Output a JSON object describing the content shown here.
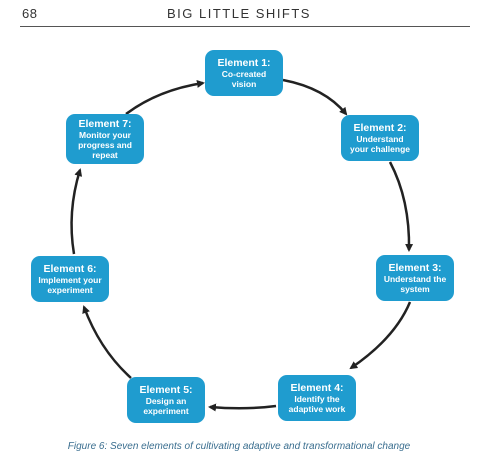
{
  "header": {
    "page_number": "68",
    "running_title": "BIG LITTLE SHIFTS"
  },
  "elements": [
    {
      "title": "Element 1:",
      "body": [
        "Co-created",
        "vision"
      ]
    },
    {
      "title": "Element 2:",
      "body": [
        "Understand",
        "your challenge"
      ]
    },
    {
      "title": "Element 3:",
      "body": [
        "Understand the",
        "system"
      ]
    },
    {
      "title": "Element 4:",
      "body": [
        "Identify the",
        "adaptive work"
      ]
    },
    {
      "title": "Element 5:",
      "body": [
        "Design an",
        "experiment"
      ]
    },
    {
      "title": "Element 6:",
      "body": [
        "Implement your",
        "experiment"
      ]
    },
    {
      "title": "Element 7:",
      "body": [
        "Monitor your",
        "progress and",
        "repeat"
      ]
    }
  ],
  "caption": "Figure 6: Seven elements of cultivating adaptive and transformational change",
  "colors": {
    "box_fill": "#1f9ccf",
    "arrow": "#222222",
    "caption": "#3a6e8f"
  },
  "icons": [
    "arrow-icon"
  ]
}
